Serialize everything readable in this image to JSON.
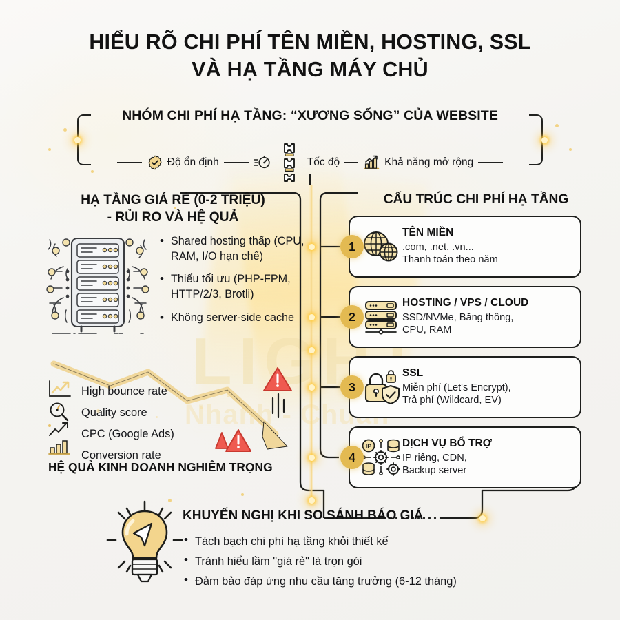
{
  "title": {
    "line1": "HIỂU RÕ CHI PHÍ TÊN MIỀN, HOSTING, SSL",
    "line2": "VÀ HẠ TẦNG MÁY CHỦ"
  },
  "subtitle": "NHÓM CHI PHÍ HẠ TẦNG: “XƯƠNG SỐNG” CỦA WEBSITE",
  "features": [
    {
      "icon": "badge-check-icon",
      "label": "Độ ổn định"
    },
    {
      "icon": "speedometer-icon",
      "label": "Tốc độ"
    },
    {
      "icon": "bar-chart-growth-icon",
      "label": "Khả năng mở rộng"
    }
  ],
  "left_section": {
    "heading_line1": "HẠ TẦNG GIÁ RẺ (0-2 TRIỆU)",
    "heading_line2": "- RỦI RO VÀ HỆ QUẢ",
    "bullets": [
      "Shared hosting thấp (CPU, RAM, I/O hạn chế)",
      "Thiếu tối ưu (PHP-FPM, HTTP/2/3, Brotli)",
      "Không server-side cache"
    ],
    "metrics": [
      {
        "icon": "line-chart-up-icon",
        "label": "High bounce rate"
      },
      {
        "icon": "magnifier-gauge-icon",
        "label": "Quality score"
      },
      {
        "icon": "trend-arrow-icon",
        "label": "CPC (Google Ads)"
      },
      {
        "icon": "bar-chart-icon",
        "label": "Conversion rate"
      }
    ],
    "consequence": "HỆ QUẢ KINH DOANH NGHIÊM TRỌNG"
  },
  "right_section": {
    "heading": "CẤU TRÚC CHI PHÍ HẠ TẦNG",
    "cards": [
      {
        "number": "1",
        "icon": "globe-domain-icon",
        "title": "TÊN MIỀN",
        "sub_line1": ".com, .net, .vn...",
        "sub_line2": "Thanh toán theo năm"
      },
      {
        "number": "2",
        "icon": "server-stack-icon",
        "title": "HOSTING / VPS / CLOUD",
        "sub_line1": "SSD/NVMe, Băng thông,",
        "sub_line2": "CPU, RAM"
      },
      {
        "number": "3",
        "icon": "padlock-shield-icon",
        "title": "SSL",
        "sub_line1": "Miễn phí (Let's Encrypt),",
        "sub_line2": "Trả phí (Wildcard, EV)"
      },
      {
        "number": "4",
        "icon": "ip-gear-database-icon",
        "title": "DỊCH VỤ BỔ TRỢ",
        "sub_line1": "IP riêng, CDN,",
        "sub_line2": "Backup server"
      }
    ]
  },
  "bottom_section": {
    "icon": "lightbulb-idea-icon",
    "heading": "KHUYẾN NGHỊ KHI SO SÁNH BÁO GIÁ",
    "bullets": [
      "Tách bạch chi phí hạ tầng khỏi thiết kế",
      "Tránh hiểu lầm \"giá rẻ\" là trọn gói",
      "Đảm bảo đáp ứng nhu cầu tăng trưởng (6-12 tháng)"
    ]
  },
  "watermark": {
    "big": "LIGHT",
    "sub": "Nhanh - Chuẩn"
  },
  "colors": {
    "background": "#f7f6f3",
    "gold": "#e3ba52",
    "gold_light": "#f3dca0",
    "ink": "#111111",
    "line": "#1d1e1c",
    "alert_red": "#ef4a43"
  }
}
